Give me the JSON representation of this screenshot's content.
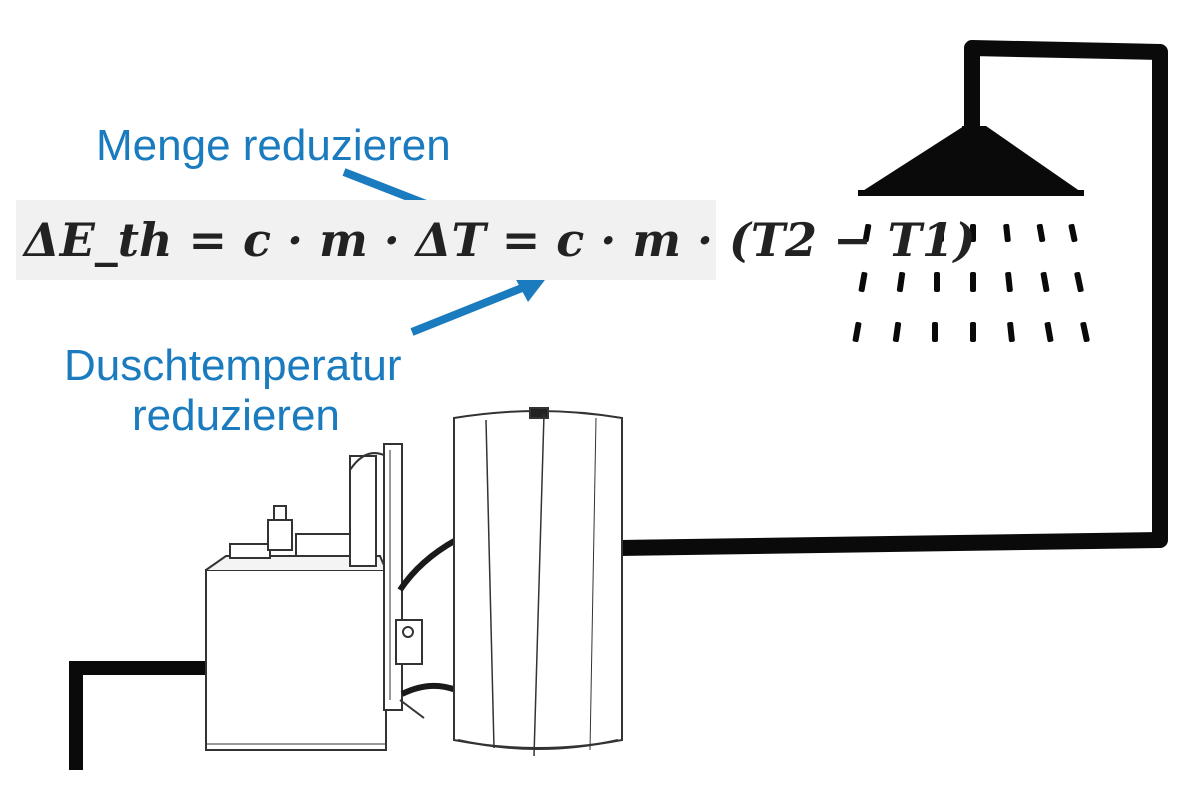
{
  "labels": {
    "menge": "Menge reduzieren",
    "duschtemperatur_line1": "Duschtemperatur",
    "duschtemperatur_line2": "reduzieren"
  },
  "formula": "ΔE_th = c · m · ΔT  = c · m · (T2 − T1)",
  "colors": {
    "accent": "#1a7bbf",
    "pipe": "#0a0a0a",
    "formula_bg": "#f1f1f1"
  },
  "icons": [
    "shower-head-icon",
    "boiler-icon",
    "hot-water-tank-icon"
  ]
}
